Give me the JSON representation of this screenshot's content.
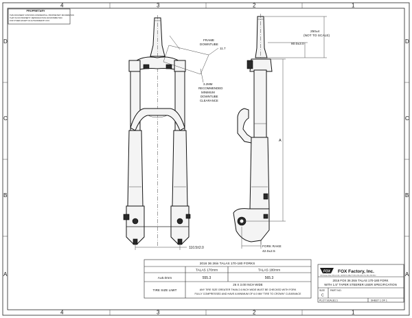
{
  "grid": {
    "columns": [
      "4",
      "3",
      "2",
      "1"
    ],
    "rows": [
      "D",
      "C",
      "B",
      "A"
    ]
  },
  "proprietary": {
    "title": "PROPRIETARY",
    "lines": [
      "THIS DOCUMENT CONTAINS CONFIDENTIAL, PROPRIETARY INFORMATION",
      "THAT IS FOX PROPERTY. REPRODUCTION OR DISTRIBUTION",
      "FOR OTHER EXCEPT AS AUTHORIZED BY FOX."
    ]
  },
  "front_view": {
    "label_frame_downtube": "FRAME\nDOWNTUBE",
    "angle": "11.7",
    "clearance_note": "3.2MM\nRECOMMENDED\nMINIMUM\nDOWNTUBE\nCLEARANCE",
    "width_dim": "110.5±2.0"
  },
  "side_view": {
    "steerer_dim": "250±4",
    "steerer_note": "(NOT TO SCALE)",
    "crown_dim": "80.0±3.0",
    "axle_to_crown_symbol": "A",
    "fork_rake_label": "FORK RAKE",
    "fork_rake_value": "42.0±2.5"
  },
  "spec_table": {
    "title": "2016 36 26in TALAS 170-180 FORKS",
    "col1": "TALAS 170mm",
    "col2": "TALAS 180mm",
    "row_label": "A±5.0mm",
    "val1": "555.3",
    "val2": "565.3",
    "tire_label": "TIRE SIZE LIMIT",
    "tire_limit": "26 X 3.00 INCH WIDE",
    "tire_note": "ANY TIRE SIZE GREATER THAN 2.6 INCH WIDE MUST BE CHECKED WITH FORK\nFULLY COMPRESSED AND HAVE A MINIMUM OF 6.0 MM \"TIRE TO CROWN\" CLEARANCE"
  },
  "title_block": {
    "logo": "FOX",
    "company": "FOX Factory, Inc.",
    "address": "130 Hangar Way, Watsonville, CA 95076 USA, Ph 831-768-1100, Fax 831-768-9312",
    "drawing_title": "2016 FOX 36 26in TALAS 170-180 FORK\nWITH 1.5\" TAPER STEERER USER SPECIFICATION",
    "size_label": "SIZE",
    "size_value": "C",
    "part_no_label": "PART NO.",
    "scale_label": "PLOT SCALE",
    "scale_value": "1:1",
    "sheet_label": "SHEET 1 OF 1"
  }
}
